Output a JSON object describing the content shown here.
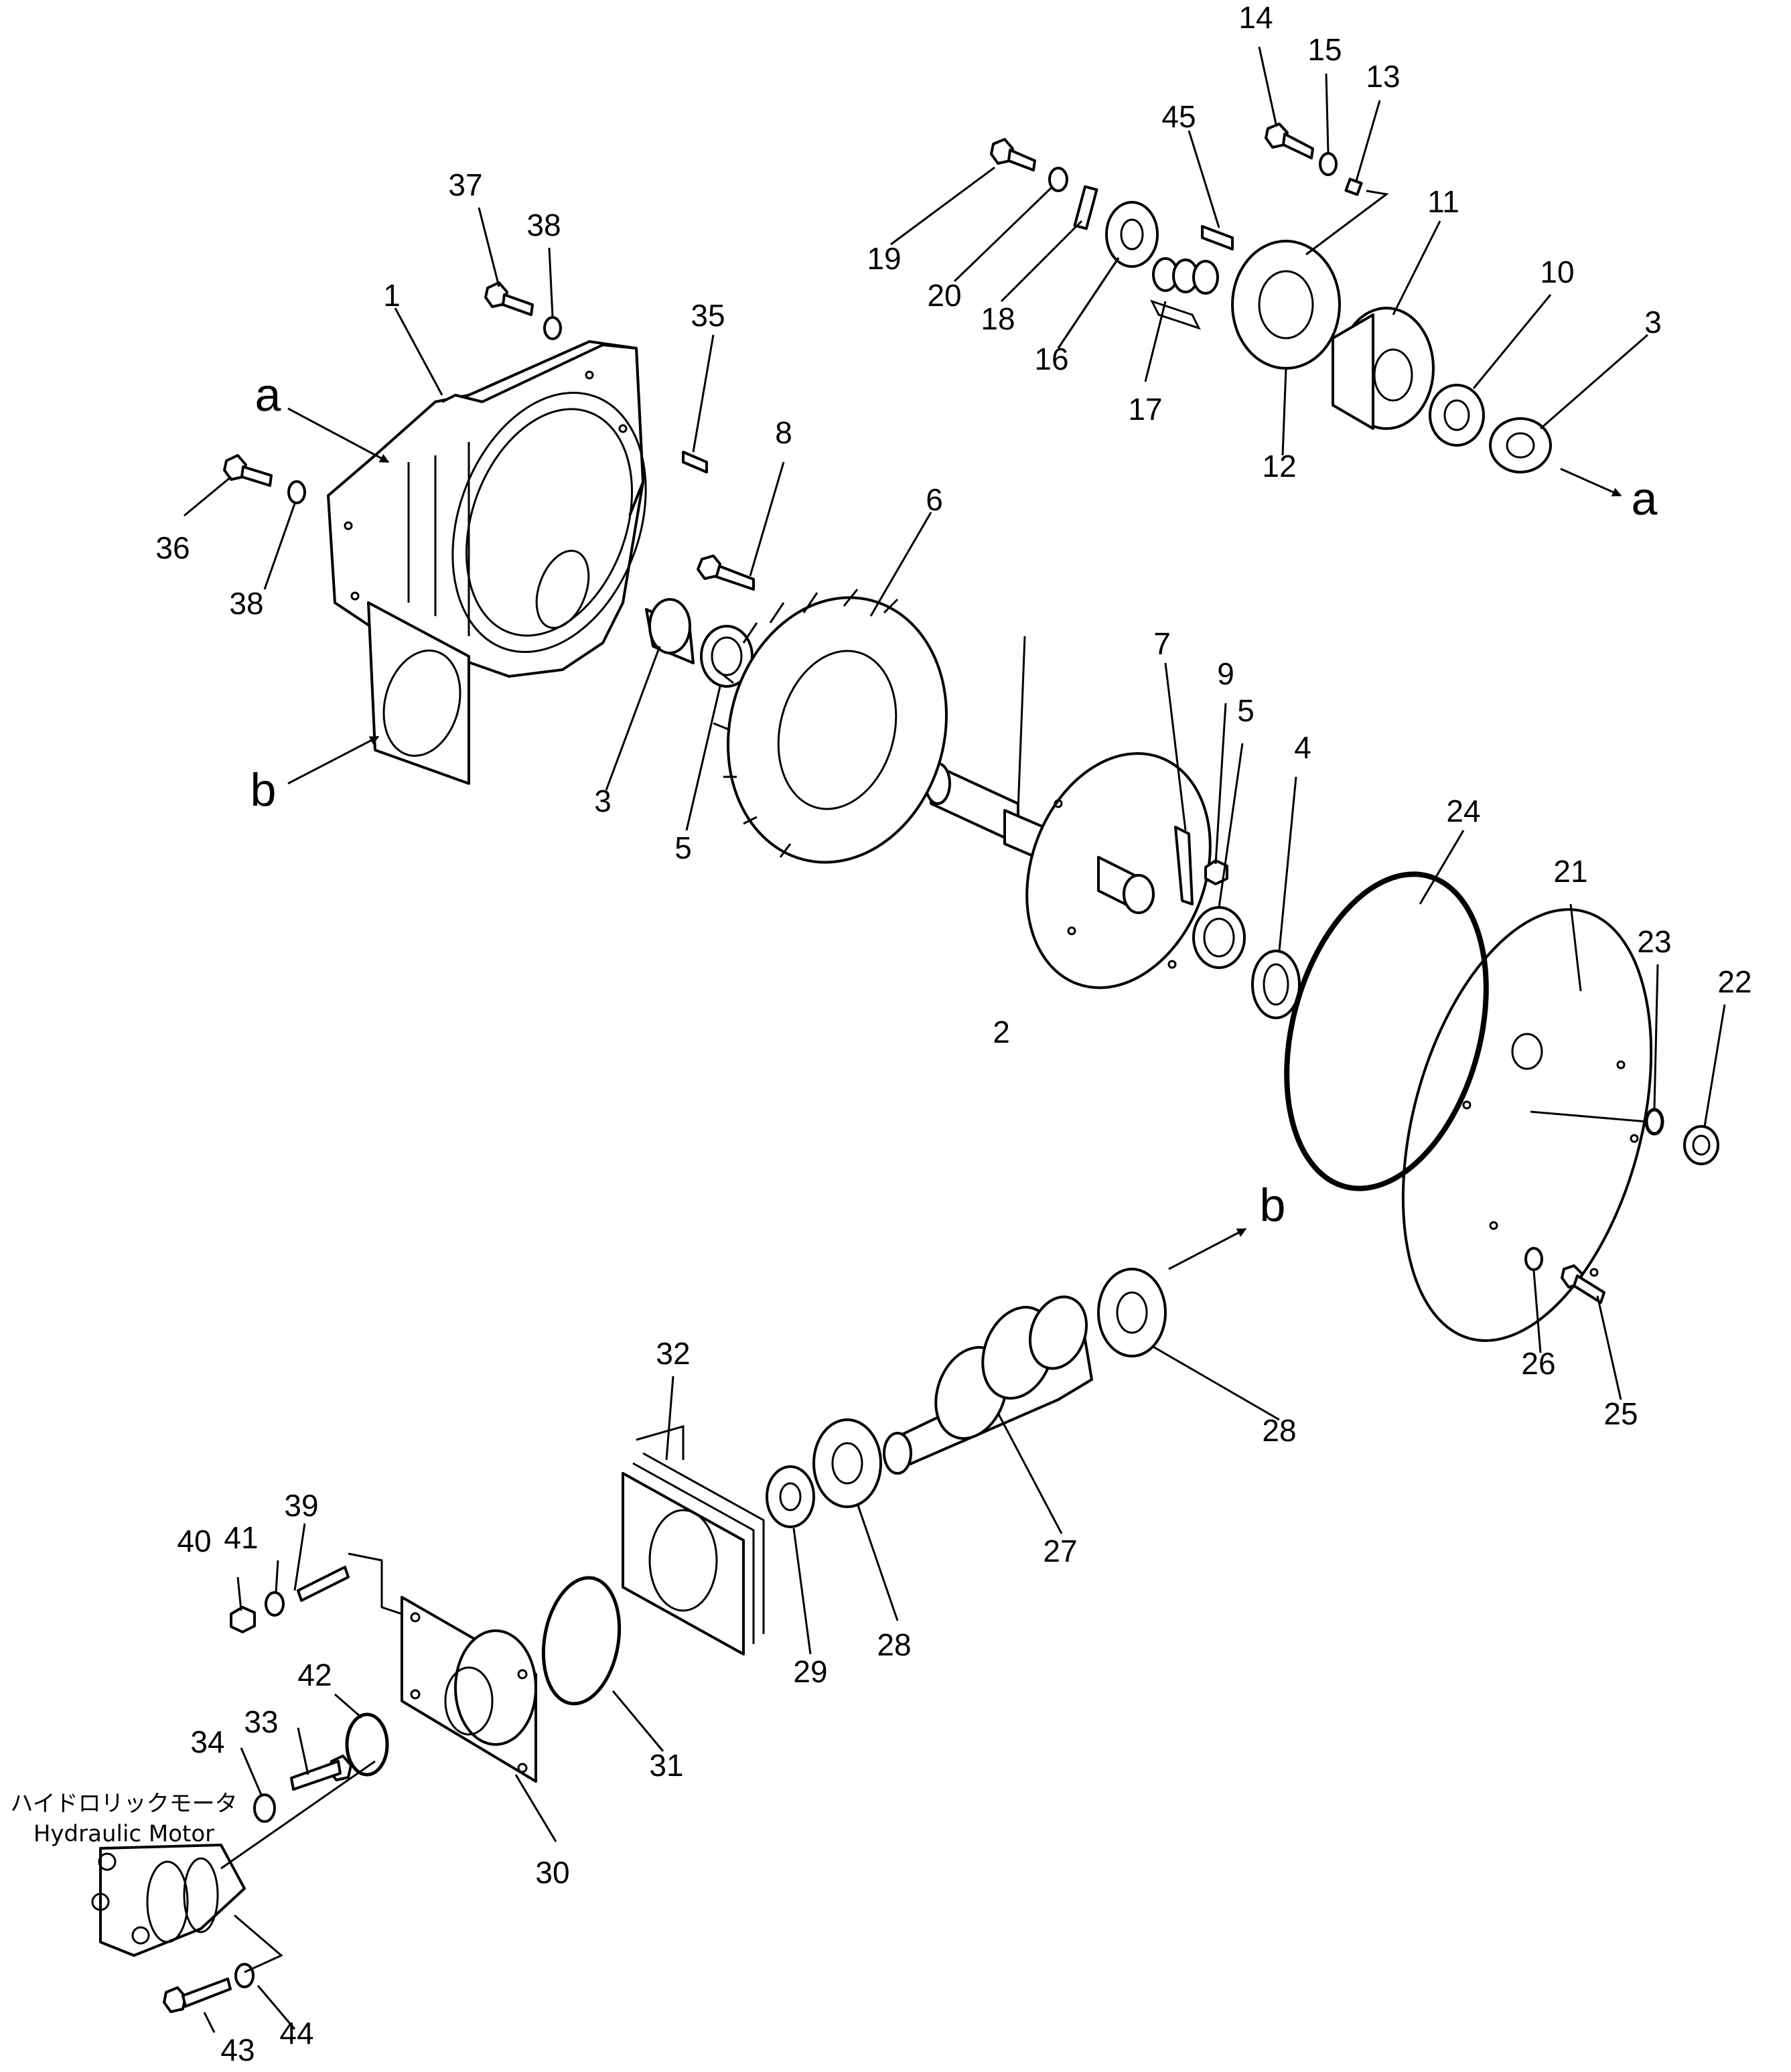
{
  "diagram": {
    "callouts": {
      "c1": "1",
      "c2": "2",
      "c3a": "3",
      "c3b": "3",
      "c4": "4",
      "c5a": "5",
      "c5b": "5",
      "c6": "6",
      "c7": "7",
      "c8": "8",
      "c9": "9",
      "c10": "10",
      "c11": "11",
      "c12": "12",
      "c13": "13",
      "c14": "14",
      "c15": "15",
      "c16": "16",
      "c17": "17",
      "c18": "18",
      "c19": "19",
      "c20": "20",
      "c21": "21",
      "c22": "22",
      "c23": "23",
      "c24": "24",
      "c25": "25",
      "c26": "26",
      "c27": "27",
      "c28a": "28",
      "c28b": "28",
      "c29": "29",
      "c30": "30",
      "c31": "31",
      "c32": "32",
      "c33": "33",
      "c34": "34",
      "c35": "35",
      "c36": "36",
      "c37": "37",
      "c38a": "38",
      "c38b": "38",
      "c39": "39",
      "c40": "40",
      "c41": "41",
      "c42": "42",
      "c43": "43",
      "c44": "44",
      "c45": "45"
    },
    "refs": {
      "a_left": "a",
      "a_right": "a",
      "b_left": "b",
      "b_right": "b"
    },
    "motor_label_ja": "ハイドロリックモータ",
    "motor_label_en": "Hydraulic Motor"
  }
}
